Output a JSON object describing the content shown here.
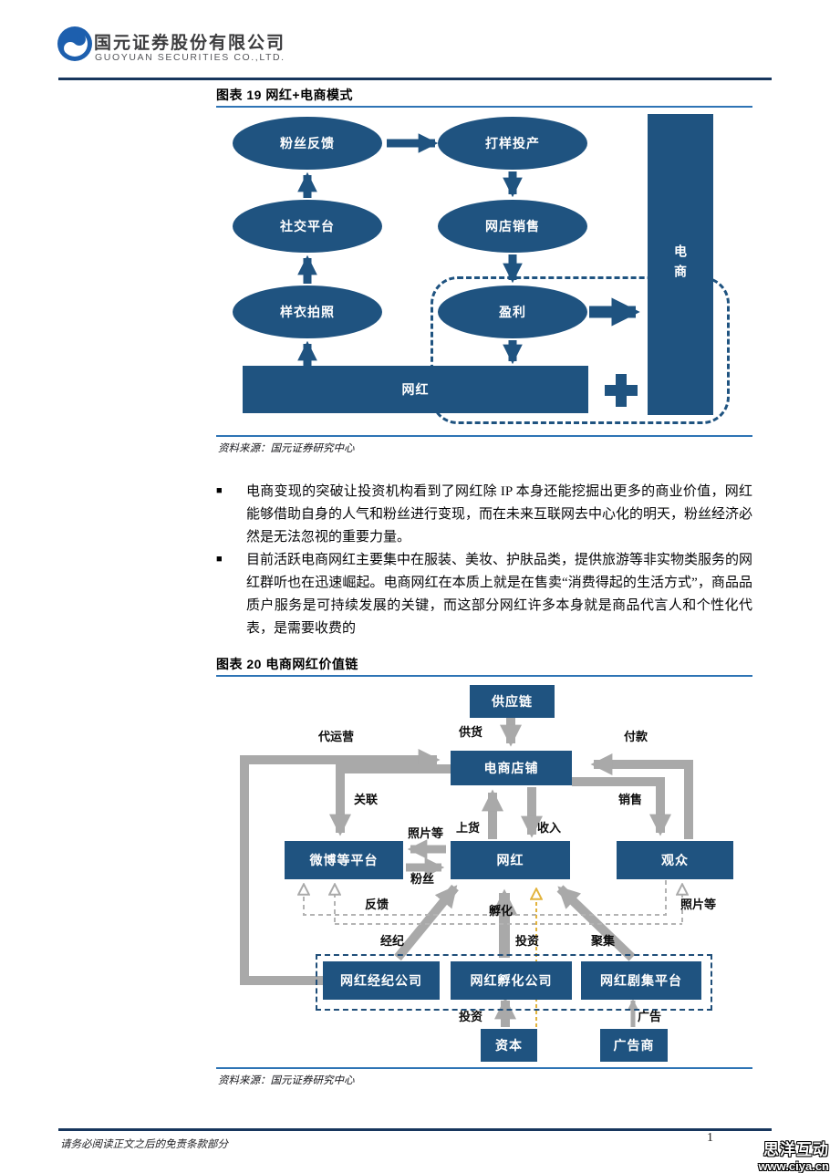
{
  "header": {
    "company_cn": "国元证券股份有限公司",
    "company_en": "GUOYUAN SECURITIES CO.,LTD."
  },
  "figure19": {
    "title": "图表 19 网红+电商模式",
    "source": "资料来源：国元证券研究中心",
    "nodes": {
      "fans_feedback": "粉丝反馈",
      "sampling_production": "打样投产",
      "social_platform": "社交平台",
      "online_store_sales": "网店销售",
      "sample_photo": "样衣拍照",
      "profit": "盈利",
      "influencer": "网红",
      "ecommerce": "电商"
    }
  },
  "body": {
    "bullet_char": "■",
    "paragraphs": [
      "电商变现的突破让投资机构看到了网红除 IP 本身还能挖掘出更多的商业价值，网红能够借助自身的人气和粉丝进行变现，而在未来互联网去中心化的明天，粉丝经济必然是无法忽视的重要力量。",
      "目前活跃电商网红主要集中在服装、美妆、护肤品类，提供旅游等非实物类服务的网红群听也在迅速崛起。电商网红在本质上就是在售卖“消费得起的生活方式”，商品品质户服务是可持续发展的关键，而这部分网红许多本身就是商品代言人和个性化代表，是需要收费的"
    ]
  },
  "figure20": {
    "title": "图表 20 电商网红价值链",
    "source": "资料来源：国元证券研究中心",
    "nodes": {
      "supply_chain": "供应链",
      "ecommerce_store": "电商店铺",
      "weibo_platforms": "微博等平台",
      "influencer": "网红",
      "audience": "观众",
      "agency_company": "网红经纪公司",
      "incubation_company": "网红孵化公司",
      "drama_platform": "网红剧集平台",
      "capital": "资本",
      "advertiser": "广告商"
    },
    "edge_labels": {
      "agent_operation": "代运营",
      "supply": "供货",
      "payment": "付款",
      "association": "关联",
      "sales": "销售",
      "stocking": "上货",
      "income": "收入",
      "photos_left": "照片等",
      "fans": "粉丝",
      "feedback": "反馈",
      "incubation": "孵化",
      "photos_right": "照片等",
      "brokerage": "经纪",
      "investment_upper": "投资",
      "aggregation": "聚集",
      "investment_lower": "投资",
      "advertising": "广告"
    }
  },
  "footer": {
    "disclaimer": "请务必阅读正文之后的免责条款部分",
    "page_number": "1"
  },
  "watermark": {
    "title": "思洋互动",
    "url": "www.ciya.cn"
  },
  "colors": {
    "node_navy": "#1f5380",
    "arrow_gray": "#a9a9a9",
    "rule_blue": "#2e74b5",
    "dark_rule": "#17365d",
    "yellow_arrow": "#e2b33c",
    "logo_blue": "#1d5fae"
  }
}
